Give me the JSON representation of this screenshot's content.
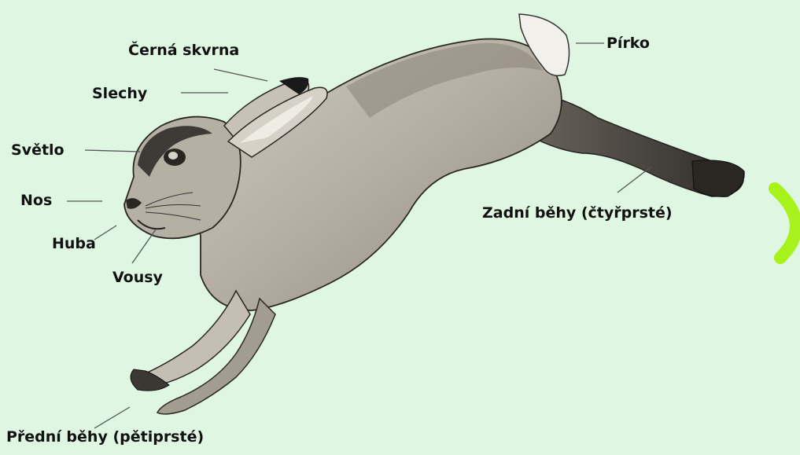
{
  "labels": {
    "black_spot": "Černá skvrna",
    "ears": "Slechy",
    "eye": "Světlo",
    "nose": "Nos",
    "mouth": "Huba",
    "whiskers": "Vousy",
    "tail": "Pírko",
    "hind_legs": "Zadní běhy (čtyřprsté)",
    "front_legs": "Přední běhy (pětiprsté)"
  },
  "colors": {
    "background": "#dff7e2",
    "accent_arc": "#a6f21a",
    "fur": "#bdb8ae",
    "fur_dark": "#4a4640",
    "ear_tip": "#1a1a1a"
  }
}
